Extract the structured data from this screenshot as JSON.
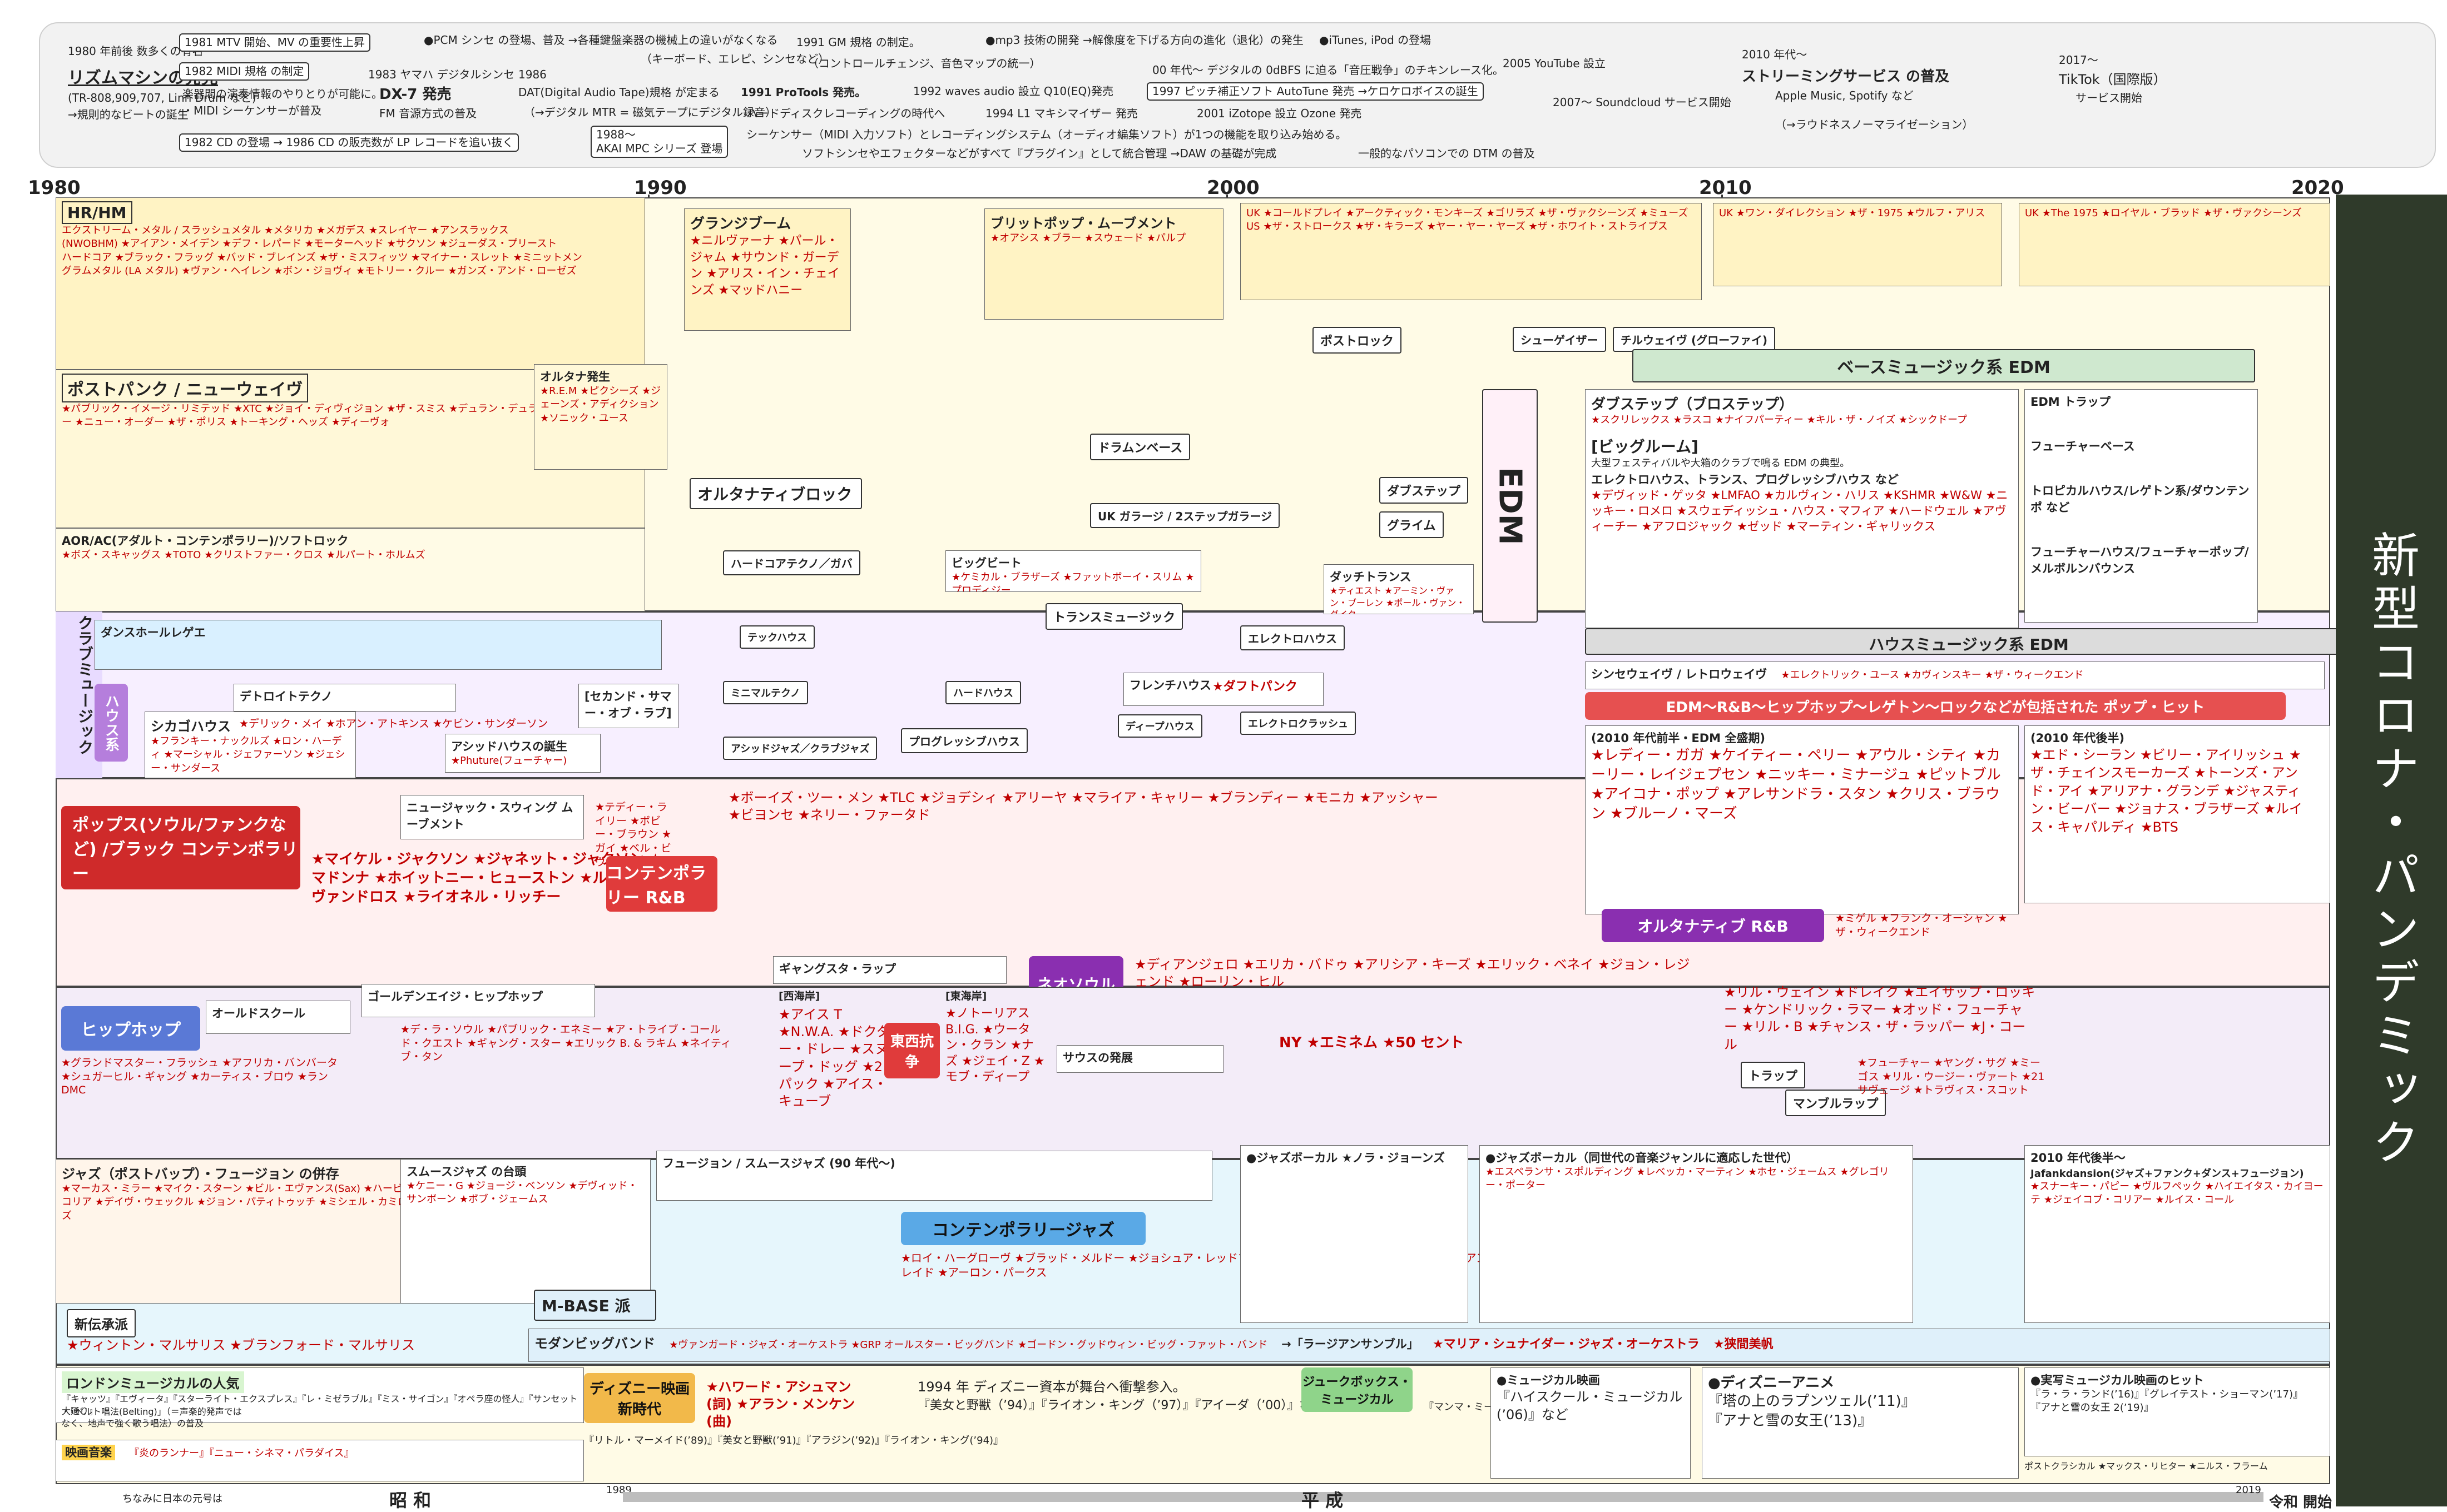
{
  "topbar": {
    "e1980": "1980 年前後 数多くの有名",
    "e1980b": "リズムマシンの発売",
    "e1980c": "(TR-808,909,707, Linn Drum など)",
    "e1980d": "→規則的なビートの誕生",
    "mtv": "1981 MTV 開始、MV の重要性上昇",
    "midi": "1982 MIDI 規格 の制定",
    "midi2": "楽器間の演奏情報のやりとりが可能に。",
    "midi3": "・MIDI シーケンサーが普及",
    "cd": "1982 CD の登場 → 1986 CD の販売数が LP レコードを追い抜く",
    "pcm": "●PCM シンセ の登場、普及 →各種鍵盤楽器の機械上の違いがなくなる",
    "pcm2": "（キーボード、エレピ、シンセなど）",
    "dx7": "1983 ヤマハ デジタルシンセ",
    "dx7b": "DX-7 発売",
    "dx7c": "FM 音源方式の普及",
    "dat": "1986",
    "dat2": "DAT(Digital Audio Tape)規格 が定まる",
    "dat3": "（→デジタル MTR = 磁気テープにデジタル録音）",
    "akai": "1988〜",
    "akai2": "AKAI MPC シリーズ 登場",
    "gm": "1991 GM 規格 の制定。",
    "gm2": "（コントロールチェンジ、音色マップの統一）",
    "protools": "1991 ProTools 発売。",
    "protools2": "ハードディスクレコーディングの時代へ",
    "waves": "1992 waves audio 設立 Q10(EQ)発売",
    "l1": "1994 L1 マキシマイザー 発売",
    "seq": "シーケンサー（MIDI 入力ソフト）とレコーディングシステム（オーディオ編集ソフト）が1つの機能を取り込み始める。",
    "daw": "ソフトシンセやエフェクターなどがすべて『プラグイン』として統合管理 →DAW の基礎が完成",
    "mp3": "●mp3 技術の開発 →解像度を下げる方向の進化（退化）の発生",
    "loud": "00 年代〜 デジタルの 0dBFS に迫る「音圧戦争」のチキンレース化。",
    "autotune": "1997 ピッチ補正ソフト AutoTune 発売 →ケロケロボイスの誕生",
    "izotope": "2001 iZotope 設立 Ozone 発売",
    "pc": "一般的なパソコンでの DTM の普及",
    "itunes": "●iTunes, iPod の登場",
    "youtube": "2005 YouTube 設立",
    "soundcloud": "2007〜 Soundcloud サービス開始",
    "stream": "2010 年代〜",
    "stream2": "ストリーミングサービス の普及",
    "stream3": "Apple Music, Spotify など",
    "stream4": "（→ラウドネスノーマライゼーション）",
    "tiktok": "2017〜",
    "tiktok2": "TikTok（国際版）",
    "tiktok3": "サービス開始"
  },
  "axis": {
    "y1980": "1980",
    "y1990": "1990",
    "y2000": "2000",
    "y2010": "2010",
    "y2020": "2020"
  },
  "covid": "新型コロナ・パンデミック",
  "rock": {
    "hrhm": "HR/HM",
    "hrhm_list": "エクストリーム・メタル / スラッシュメタル ★メタリカ ★メガデス ★スレイヤー ★アンスラックス",
    "nwobhm": "(NWOBHM) ★アイアン・メイデン ★デフ・レパード ★モーターヘッド ★サクソン ★ジューダス・プリースト",
    "hardcore": "ハードコア ★ブラック・フラッグ ★バッド・ブレインズ ★ザ・ミスフィッツ ★マイナー・スレット ★ミニットメン",
    "glam": "グラムメタル (LA メタル) ★ヴァン・ヘイレン ★ボン・ジョヴィ ★モトリー・クルー ★ガンズ・アンド・ローゼズ",
    "grunge": "グランジブーム",
    "grunge_list": "★ニルヴァーナ ★パール・ジャム ★サウンド・ガーデン ★アリス・イン・チェインズ ★マッドハニー",
    "alt_born": "オルタナ発生",
    "alt_list": "★R.E.M ★ピクシーズ ★ジェーンズ・アディクション ★ソニック・ユース",
    "altrock": "オルタナティブロック",
    "postpunk": "ポストパンク / ニューウェイヴ",
    "postpunk_list": "★パブリック・イメージ・リミテッド ★XTC ★ジョイ・ディヴィジョン ★ザ・スミス ★デュラン・デュラン ★ザ・キュアー ★ニュー・オーダー ★ザ・ポリス ★トーキング・ヘッズ ★ディーヴォ",
    "aor": "AOR/AC(アダルト・コンテンポラリー)/ソフトロック",
    "aor_list": "★ボズ・スキャッグス ★TOTO ★クリストファー・クロス ★ルパート・ホルムズ",
    "britpop": "ブリットポップ・ムーブメント",
    "britpop_list": "★オアシス ★ブラー ★スウェード ★パルプ",
    "post_rock": "ポストロック",
    "uk_garage": "UK ガラージ / 2ステップガラージ",
    "uk_list": "UK ★コールドプレイ ★アークティック・モンキーズ ★ゴリラズ ★ザ・ヴァクシーンズ ★ミューズ",
    "us_list": "US ★ザ・ストロークス ★ザ・キラーズ ★ヤー・ヤー・ヤーズ ★ザ・ホワイト・ストライプス",
    "chillwave": "チルウェイヴ (グローファイ)",
    "shoegaze": "シューゲイザー",
    "drum_bass": "ドラムンベース",
    "dubstep_uk": "ダブステップ",
    "grime": "グライム",
    "uk2010": "UK ★ワン・ダイレクション ★ザ・1975 ★ウルフ・アリス",
    "uk2015": "UK ★The 1975 ★ロイヤル・ブラッド ★ザ・ヴァクシーンズ"
  },
  "club": {
    "label": "クラブミュージック",
    "house": "ハウス系",
    "dancehall": "ダンスホールレゲエ",
    "chicago": "シカゴハウス",
    "chicago_list": "★フランキー・ナックルズ ★ロン・ハーディ ★マーシャル・ジェファーソン ★ジェシー・サンダース",
    "detroit": "デトロイトテクノ",
    "detroit_list": "★デリック・メイ ★ホアン・アトキンス ★ケビン・サンダーソン",
    "acid": "アシッドハウスの誕生",
    "acid2": "★Phuture(フューチャー)",
    "summer": "[セカンド・サマー・オブ・ラブ]",
    "hardcore_techno": "ハードコアテクノ／ガバ",
    "bigbeat": "ビッグビート",
    "bigbeat_list": "★ケミカル・ブラザーズ ★ファットボーイ・スリム ★プロディジー",
    "trance": "トランスミュージック",
    "techno": "テックハウス",
    "minimal": "ミニマルテクノ",
    "hardhouse": "ハードハウス",
    "acidjazz": "アシッドジャズ／クラブジャズ",
    "prog": "プログレッシブハウス",
    "french": "フレンチハウス",
    "french_list": "★ダフトパンク",
    "deep": "ディープハウス",
    "electro": "エレクトロハウス",
    "dutch": "ダッチトランス",
    "dutch_list": "★ティエスト ★アーミン・ヴァン・ブーレン ★ポール・ヴァン・ダイク",
    "electroclash": "エレクトロクラッシュ",
    "edm": "EDM",
    "bass_edm": "ベースミュージック系 EDM",
    "dubstep": "ダブステップ（ブロステップ）",
    "dubstep_list": "★スクリレックス ★ラスコ ★ナイフパーティー ★キル・ザ・ノイズ ★シックドープ",
    "bigroom": "[ビッグルーム]",
    "bigroom2": "大型フェスティバルや大箱のクラブで鳴る EDM の典型。",
    "bigroom3": "エレクトロハウス、トランス、プログレッシブハウス など",
    "bigroom_list": "★デヴィッド・ゲッタ ★LMFAO ★カルヴィン・ハリス ★KSHMR ★W&W ★ニッキー・ロメロ ★スウェディッシュ・ハウス・マフィア ★ハードウェル ★アヴィーチー ★アフロジャック ★ゼッド ★マーティン・ギャリックス",
    "house_edm": "ハウスミュージック系 EDM",
    "synthwave": "シンセウェイヴ / レトロウェイヴ",
    "synth_list": "★エレクトリック・ユース ★カヴィンスキー ★ザ・ウィークエンド",
    "edm_trap": "EDM トラップ",
    "future_bass": "フューチャーベース",
    "tropical": "トロピカルハウス/レゲトン系/ダウンテンポ など",
    "future_house": "フューチャーハウス/フューチャーポップ/メルボルンバウンス"
  },
  "pop": {
    "header": "ポップス(ソウル/ファンクなど) /ブラック コンテンポラリー",
    "list": "★マイケル・ジャクソン ★ジャネット・ジャクソン ★マドンナ ★ホイットニー・ヒューストン ★ルーサー・ヴァンドロス ★ライオネル・リッチー",
    "newjack": "ニュージャック・スウィング ムーブメント",
    "newjack_list": "★テディー・ライリー ★ボビー・ブラウン ★ガイ ★ベル・ビヴ・デヴォー",
    "rnb": "コンテンポラリー R&B",
    "rnb_list": "★ボーイズ・ツー・メン ★TLC ★ジョデシィ ★アリーヤ ★マライア・キャリー ★ブランディー ★モニカ ★アッシャー ★ビヨンセ ★ネリー・ファータド",
    "popbig": "EDM〜R&B〜ヒップホップ〜レゲトン〜ロックなどが包括された ポップ・ヒット",
    "pop2010": "(2010 年代前半・EDM 全盛期)",
    "pop2010_list": "★レディー・ガガ ★ケイティー・ペリー ★アウル・シティ ★カーリー・レイジェプセン ★ニッキー・ミナージュ ★ピットブル ★アイコナ・ポップ ★アレサンドラ・スタン ★クリス・ブラウン ★ブルーノ・マーズ",
    "pop2020": "(2010 年代後半)",
    "pop2020_list": "★エド・シーラン ★ビリー・アイリッシュ ★ザ・チェインスモーカーズ ★トーンズ・アンド・アイ ★アリアナ・グランデ ★ジャスティン・ビーバー ★ジョナス・ブラザーズ ★ルイス・キャパルディ ★BTS",
    "alt_rnb": "オルタナティブ R&B",
    "alt_rnb_list": "★ミゲル ★フランク・オーシャン ★ザ・ウィークエンド",
    "neosoul": "ネオソウル",
    "neosoul_list": "★ディアンジェロ ★エリカ・バドゥ ★アリシア・キーズ ★エリック・ベネイ ★ジョン・レジェンド ★ローリン・ヒル"
  },
  "hiphop": {
    "header": "ヒップホップ",
    "oldschool": "オールドスクール",
    "oldschool_list": "★グランドマスター・フラッシュ ★アフリカ・バンバータ ★シュガーヒル・ギャング ★カーティス・ブロウ ★ランDMC",
    "golden": "ゴールデンエイジ・ヒップホップ",
    "golden_list": "★デ・ラ・ソウル ★パブリック・エネミー ★ア・トライブ・コールド・クエスト ★ギャング・スター ★エリック B. & ラキム ★ネイティブ・タン",
    "gangsta": "ギャングスタ・ラップ",
    "west": "[西海岸]",
    "west_list": "★アイス T ★N.W.A. ★ドクター・ドレー ★スヌープ・ドッグ ★2パック ★アイス・キューブ",
    "east": "[東海岸]",
    "east_list": "★ノトーリアス B.I.G. ★ウータン・クラン ★ナズ ★ジェイ・Z ★モブ・ディープ",
    "war": "東西抗争",
    "south": "サウスの発展",
    "ny": "NY ★エミネム ★50 セント",
    "trap": "トラップ",
    "mumble": "マンブルラップ",
    "mumble_list": "★フューチャー ★ヤング・サグ ★ミーゴス ★リル・ウージー・ヴァート ★21 サヴェージ ★トラヴィス・スコット",
    "drake": "★リル・ウェイン ★ドレイク ★エイサップ・ロッキー ★ケンドリック・ラマー ★オッド・フューチャー ★リル・B ★チャンス・ザ・ラッパー ★J・コール"
  },
  "jazz": {
    "header": "ジャズ（ポストバップ）・フュージョン の併存",
    "list": "★マーカス・ミラー ★マイク・スターン ★ビル・エヴァンス(Sax) ★ハービー・ハンコック ★チック・コリア ★デイヴ・ウェックル ★ジョン・パティトゥッチ ★ミシェル・カミロ ★ブレッカー・ブラザーズ",
    "smooth": "スムースジャズ の台頭",
    "smooth_list": "★ケニー・G ★ジョージ・ベンソン ★デヴィッド・サンボーン ★ボブ・ジェームス",
    "fusion90": "フュージョン / スムースジャズ (90 年代〜)",
    "contemporary": "コンテンポラリージャズ",
    "contemporary_list": "★ロイ・ハーグローヴ ★ブラッド・メルドー ★ジョシュア・レッドマン ★カート・ローゼンウィンケル ★ブライアン・ブレイド ★アーロン・パークス",
    "mbase": "M-BASE 派",
    "neo": "新伝承派",
    "neo_list": "★ウィントン・マルサリス ★ブランフォード・マルサリス",
    "modern_big": "モダンビッグバンド",
    "modern_big_list": "★ヴァンガード・ジャズ・オーケストラ ★GRP オールスター・ビッグバンド ★ゴードン・グッドウィン・ビッグ・ファット・バンド",
    "large": "→「ラージアンサンブル」",
    "large2": "★マリア・シュナイダー・ジャズ・オーケストラ",
    "akiyoshi": "★狭間美帆",
    "jazz_vocal": "●ジャズボーカル ★ノラ・ジョーンズ",
    "jazz_piano": "●ジャズボーカル（同世代の音楽ジャンルに適応した世代）",
    "jazz_piano_list": "★エスペランサ・スポルディング ★レベッカ・マーティン ★ホセ・ジェームス ★グレゴリー・ポーター",
    "jazz_2010": "2010 年代後半〜",
    "jazz_2010b": "Jafankdansion(ジャズ+ファンク+ダンス+フュージョン)",
    "jazz_2010_list": "★スナーキー・パピー ★ヴルフペック ★ハイエイタス・カイヨーテ ★ジェイコブ・コリアー ★ルイス・コール"
  },
  "musical": {
    "london": "ロンドンミュージカルの人気",
    "london_list": "『キャッツ』『エヴィータ』『スターライト・エクスプレス』『レ・ミゼラブル』『ミス・サイゴン』『オペラ座の怪人』『サンセット大通り』",
    "belting": "・「ベルト唱法(Belting)」（＝声楽的発声ではなく、地声で強く歌う唱法）の普及",
    "movie": "映画音楽",
    "movie_list": "『炎のランナー』『ニュー・シネマ・パラダイス』",
    "disney": "ディズニー映画 新時代",
    "disney_list": "★ハワード・アシュマン(詞) ★アラン・メンケン(曲)",
    "disney2": "1994 年 ディズニー資本が舞台ヘ衝撃参入。",
    "disney3": "『美女と野獣（’94）』『ライオン・キング（’97）』『アイーダ（’00）』など",
    "disney4": "『リトル・マーメイド(’89)』『美女と野獣(’91)』『アラジン(’92)』『ライオン・キング(’94)』",
    "jukebox": "ジュークボックス・ミュージカル",
    "mamma": "『マンマ・ミーア！』",
    "hsm": "●ミュージカル映画",
    "hsm2": "『ハイスクール・ミュージカル(’06)』など",
    "anime": "●ディズニーアニメ",
    "anime2": "『塔の上のラプンツェル(’11)』",
    "anime3": "『アナと雪の女王(’13)』",
    "musfilm": "●実写ミュージカル映画のヒット",
    "musfilm2": "『ラ・ラ・ランド(’16)』『グレイテスト・ショーマン(’17)』",
    "frozen2": "『アナと雪の女王 2(’19)』",
    "classical": "ポストクラシカル ★マックス・リヒター ★ニルス・フラーム"
  },
  "era": {
    "showa": "昭 和",
    "note": "ちなみに日本の元号は",
    "y1989": "1989",
    "heisei": "平 成",
    "y2019": "2019",
    "reiwa": "令和 開始"
  }
}
